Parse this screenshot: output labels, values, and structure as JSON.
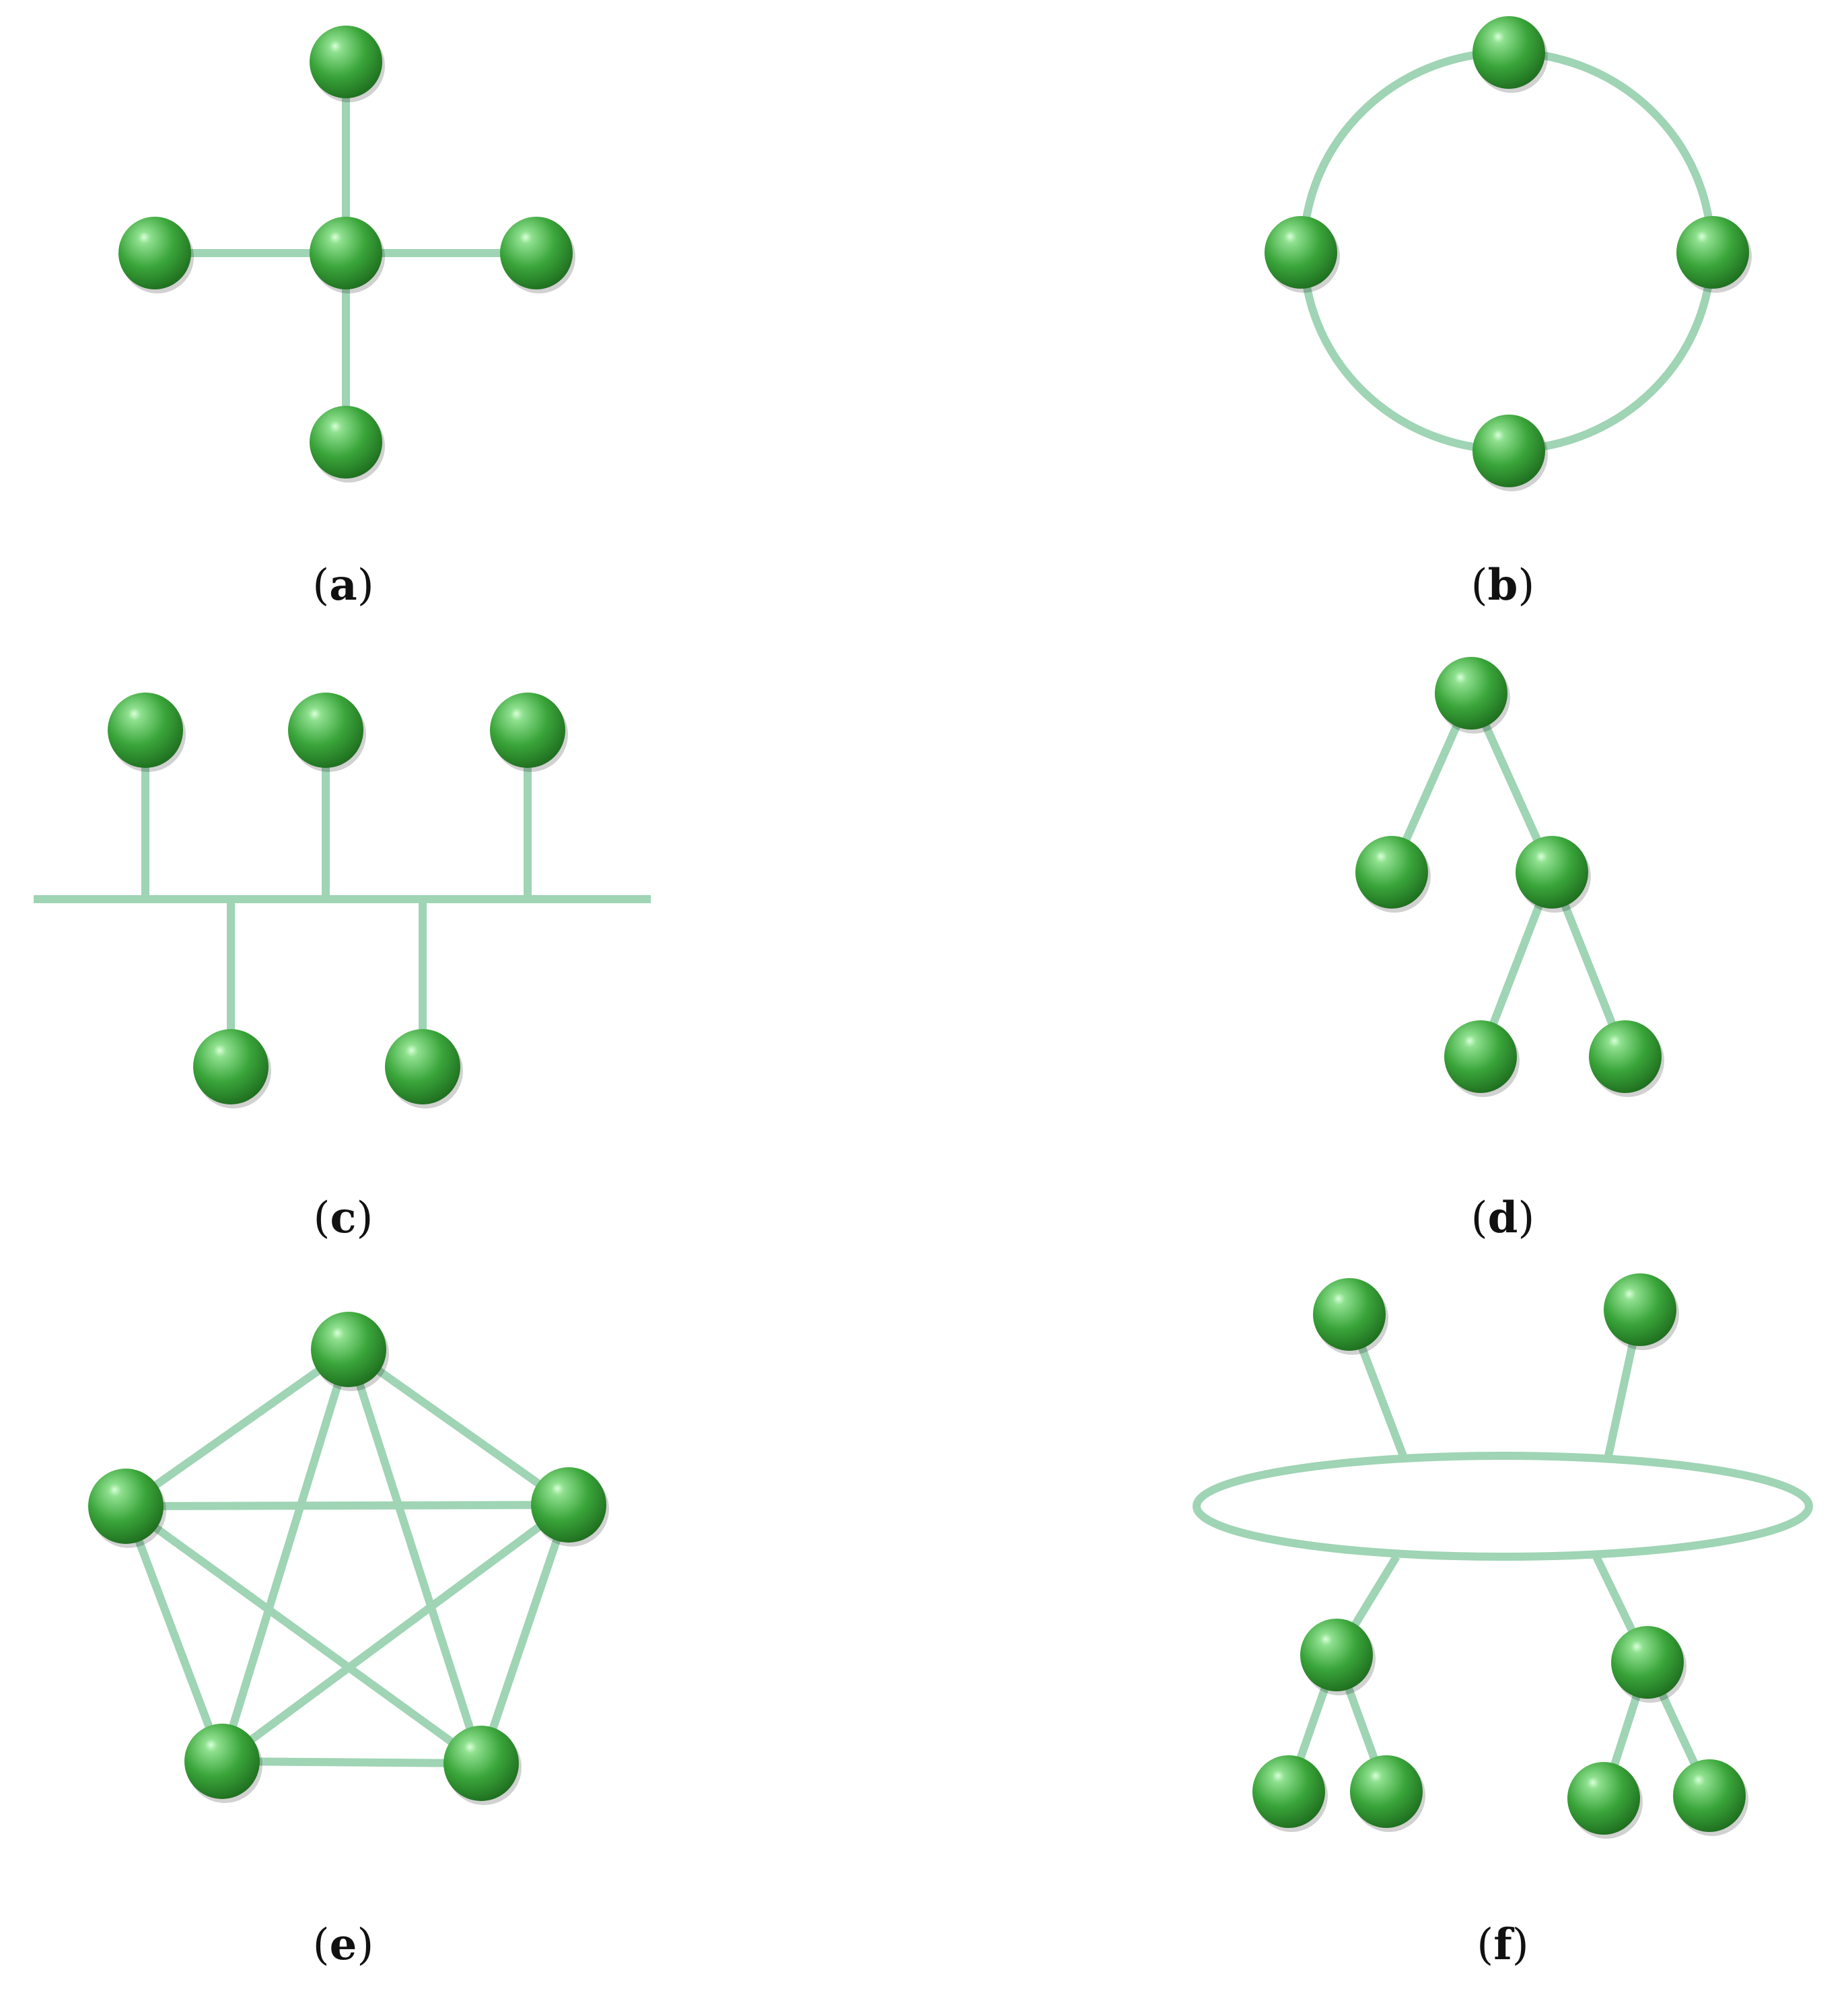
{
  "colors": {
    "edge": "#9fd4b4",
    "node_light": "#8fe08f",
    "node_mid": "#3aa53a",
    "node_dark": "#1d6a1d",
    "background": "#ffffff"
  },
  "panels": [
    {
      "id": "a",
      "caption": "a"
    },
    {
      "id": "b",
      "caption": "b"
    },
    {
      "id": "c",
      "caption": "c"
    },
    {
      "id": "d",
      "caption": "d"
    },
    {
      "id": "e",
      "caption": "e"
    },
    {
      "id": "f",
      "caption": "f"
    }
  ]
}
